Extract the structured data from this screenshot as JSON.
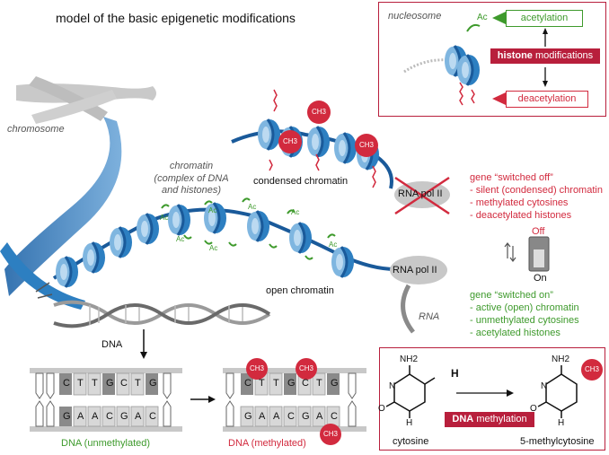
{
  "title": "model of the basic epigenetic modifications",
  "labels": {
    "chromosome": "chromosome",
    "chromatin": "chromatin",
    "chromatin_sub1": "(complex of DNA",
    "chromatin_sub2": "and histones)",
    "condensed": "condensed chromatin",
    "open": "open chromatin",
    "rna_pol_off": "RNA pol II",
    "rna_pol_on": "RNA pol II",
    "rna": "RNA",
    "dna": "DNA",
    "nucleosome": "nucleosome",
    "ac": "Ac",
    "ch3": "CH3"
  },
  "histone_box": {
    "acetylation": "acetylation",
    "histone_bold": "histone",
    "modifications": "modifications",
    "deacetylation": "deacetylation"
  },
  "gene_off": {
    "heading": "gene “switched off”",
    "items": [
      "- silent (condensed) chromatin",
      "- methylated cytosines",
      "- deacetylated histones"
    ]
  },
  "gene_on": {
    "heading": "gene “switched on”",
    "items": [
      "- active (open) chromatin",
      "- unmethylated cytosines",
      "- acetylated histones"
    ]
  },
  "switch": {
    "off": "Off",
    "on": "On"
  },
  "dna_strand": {
    "top": [
      "C",
      "T",
      "T",
      "G",
      "C",
      "T",
      "G"
    ],
    "bottom": [
      "G",
      "A",
      "A",
      "C",
      "G",
      "A",
      "C"
    ],
    "unmethylated_label": "DNA (unmethylated)",
    "methylated_label": "DNA (methylated)"
  },
  "methylation_box": {
    "nh2": "NH2",
    "h": "H",
    "ch3": "CH3",
    "n": "N",
    "o": "O",
    "nh": "H",
    "cytosine": "cytosine",
    "methylcytosine": "5-methylcytosine",
    "dna_methylation_bold": "DNA",
    "dna_methylation": "methylation"
  },
  "colors": {
    "red": "#d22a3e",
    "green": "#3e9a2c",
    "blue": "#2d7fc1",
    "lightblue": "#7fb6e0",
    "maroon": "#b81f3c"
  }
}
